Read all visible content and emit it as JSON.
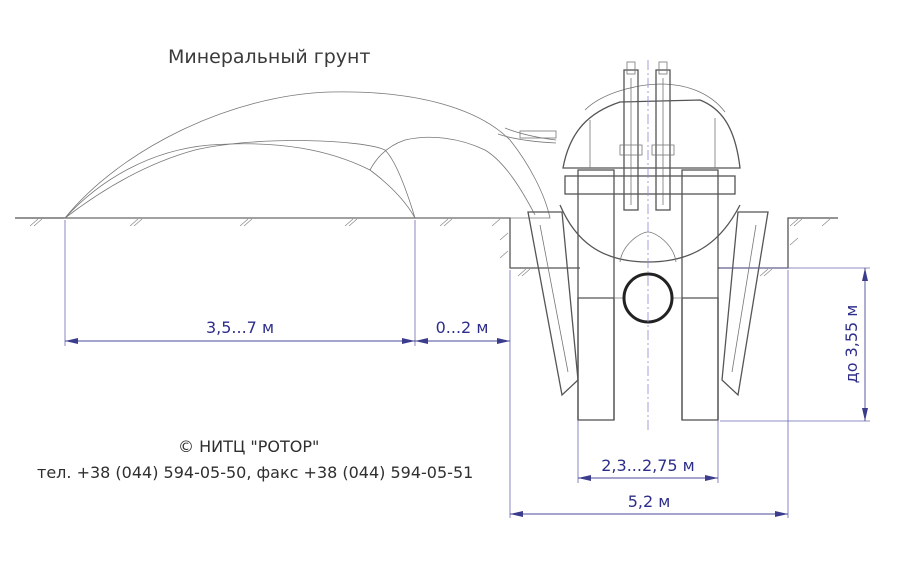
{
  "labels": {
    "soil": "Минеральный грунт",
    "copyright": "©  НИТЦ \"РОТОР\"",
    "contacts": "тел. +38 (044) 594-05-50, факс +38 (044) 594-05-51"
  },
  "dimensions": {
    "dump_width": "3,5...7 м",
    "gap_to_trench": "0...2 м",
    "trench_depth": "до 3,55 м",
    "bottom_width": "2,3...2,75 м",
    "top_width": "5,2 м"
  }
}
